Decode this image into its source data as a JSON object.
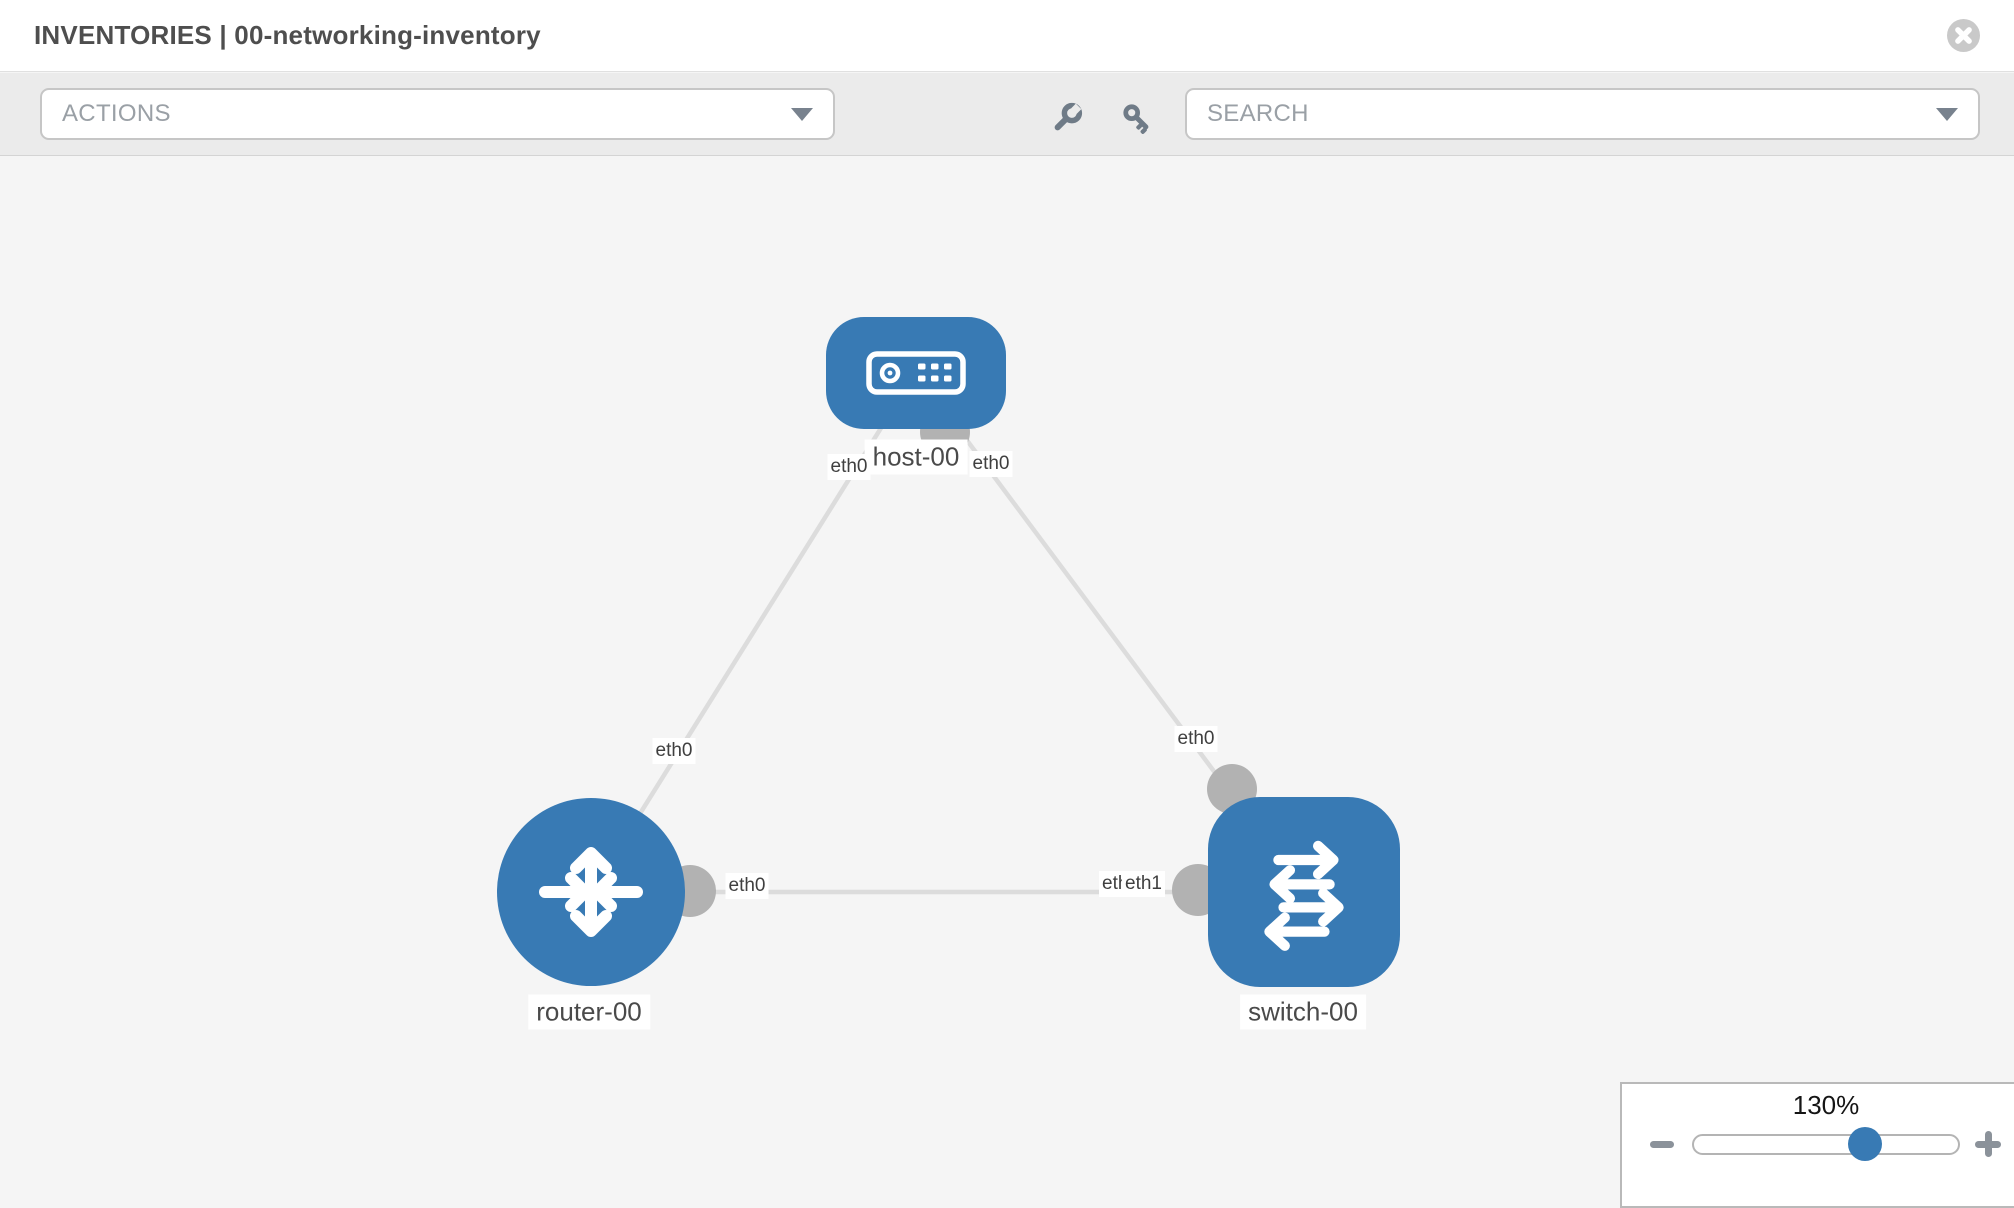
{
  "header": {
    "title": "INVENTORIES | 00-networking-inventory",
    "close_icon": "circle-x-icon"
  },
  "toolbar": {
    "actions_dropdown": {
      "label": "ACTIONS",
      "icon": "chevron-down-icon"
    },
    "wrench_icon": "wrench-icon",
    "key_icon": "key-icon",
    "search_dropdown": {
      "label": "SEARCH",
      "icon": "chevron-down-icon"
    }
  },
  "topology": {
    "nodes": [
      {
        "label": "host-00",
        "type": "host",
        "icon": "server-icon",
        "shape": "rounded-rect"
      },
      {
        "label": "router-00",
        "type": "router",
        "icon": "router-arrows-icon",
        "shape": "circle"
      },
      {
        "label": "switch-00",
        "type": "switch",
        "icon": "switch-arrows-icon",
        "shape": "rounded-square"
      }
    ],
    "links": [
      {
        "from": "host-00",
        "to": "router-00",
        "from_interface": "eth0",
        "to_interface": "eth0"
      },
      {
        "from": "host-00",
        "to": "switch-00",
        "from_interface": "eth0",
        "to_interface": "eth0"
      },
      {
        "from": "router-00",
        "to": "switch-00",
        "from_interface": "eth0",
        "to_interface": "eth1"
      }
    ],
    "interface_labels": [
      {
        "text": "eth0"
      },
      {
        "text": "eth0"
      },
      {
        "text": "eth0"
      },
      {
        "text": "eth0"
      },
      {
        "text": "eth0"
      },
      {
        "text": "eth0"
      },
      {
        "text": "eth1"
      }
    ]
  },
  "zoom_control": {
    "level_label": "130%",
    "percent": 130,
    "minus_icon": "minus-icon",
    "plus_icon": "plus-icon"
  },
  "colors": {
    "node_blue": "#387ab4",
    "edge_gray": "#dcdcdc",
    "port_gray": "#b2b2b2",
    "toolbar_bg": "#ebebeb",
    "canvas_bg": "#f5f5f5",
    "close_gray": "#c9c9c9"
  }
}
